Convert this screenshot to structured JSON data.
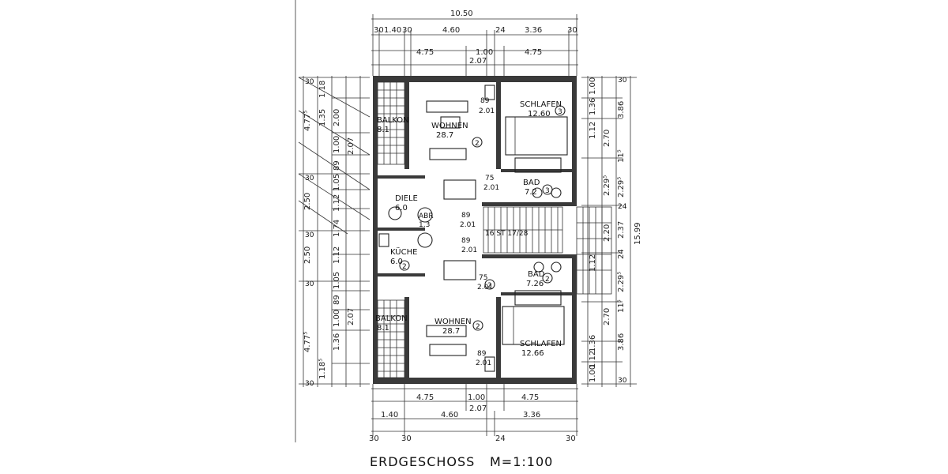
{
  "title": "ERDGESCHOSS",
  "scale": "M=1:100",
  "dims_top": {
    "overall": "10.50",
    "row2": [
      "30",
      "1.40",
      "30",
      "4.60",
      "24",
      "3.36",
      "30"
    ],
    "row3": [
      "4.75",
      "1.00",
      "4.75"
    ],
    "row3b": "2.07"
  },
  "dims_bottom": {
    "row1": [
      "4.75",
      "1.00",
      "4.75"
    ],
    "row1b": "2.07",
    "row2": [
      "1.40",
      "4.60",
      "3.36"
    ],
    "row3": [
      "30",
      "30",
      "24",
      "30"
    ]
  },
  "dims_left": {
    "outer": [
      "4.77⁵",
      "2.50",
      "2.50",
      "4.77⁵"
    ],
    "inner": [
      "1.18",
      "1.35",
      "2.00",
      "1.00",
      "89",
      "1.05",
      "1.12",
      "1.74",
      "1.12",
      "1.05",
      "89",
      "1.00",
      "1.36",
      "1.18⁵"
    ],
    "innerb": [
      "2.07",
      "2.07"
    ],
    "thirty": [
      "30",
      "30",
      "30",
      "30",
      "30"
    ]
  },
  "dims_right": {
    "overall": "15.99",
    "col1": [
      "1.00",
      "1.36",
      "1.12",
      "2.70",
      "2.29⁵",
      "2.20",
      "1.12",
      "2.70",
      "1.36",
      "1.12",
      "1.00"
    ],
    "col2": [
      "3.86",
      "11⁵",
      "2.29⁵",
      "2.37",
      "24",
      "2.29⁵",
      "11⁵",
      "3.86"
    ],
    "col3": [
      "30",
      "24",
      "30"
    ]
  },
  "rooms": [
    {
      "name": "BALKON",
      "area": "8.1"
    },
    {
      "name": "WOHNEN",
      "area": "28.7"
    },
    {
      "name": "SCHLAFEN",
      "area": "12.60"
    },
    {
      "name": "BAD",
      "area": "7.2"
    },
    {
      "name": "DIELE",
      "area": "6.0"
    },
    {
      "name": "KÜCHE",
      "area": "6.0"
    },
    {
      "name": "ABR",
      "area": "1.3"
    },
    {
      "name": "BALKON",
      "area": "8.1"
    },
    {
      "name": "WOHNEN",
      "area": "28.7"
    },
    {
      "name": "SCHLAFEN",
      "area": "12.66"
    },
    {
      "name": "BAD",
      "area": "7.26"
    }
  ],
  "unit_numbers": [
    "3",
    "2",
    "3",
    "2",
    "2",
    "2",
    "2"
  ],
  "door_labels": [
    "89",
    "2.01",
    "75",
    "2.01",
    "89",
    "2.01",
    "89",
    "2.01",
    "75",
    "2.01",
    "89",
    "2.01"
  ],
  "stair": "16 ST 17/28"
}
